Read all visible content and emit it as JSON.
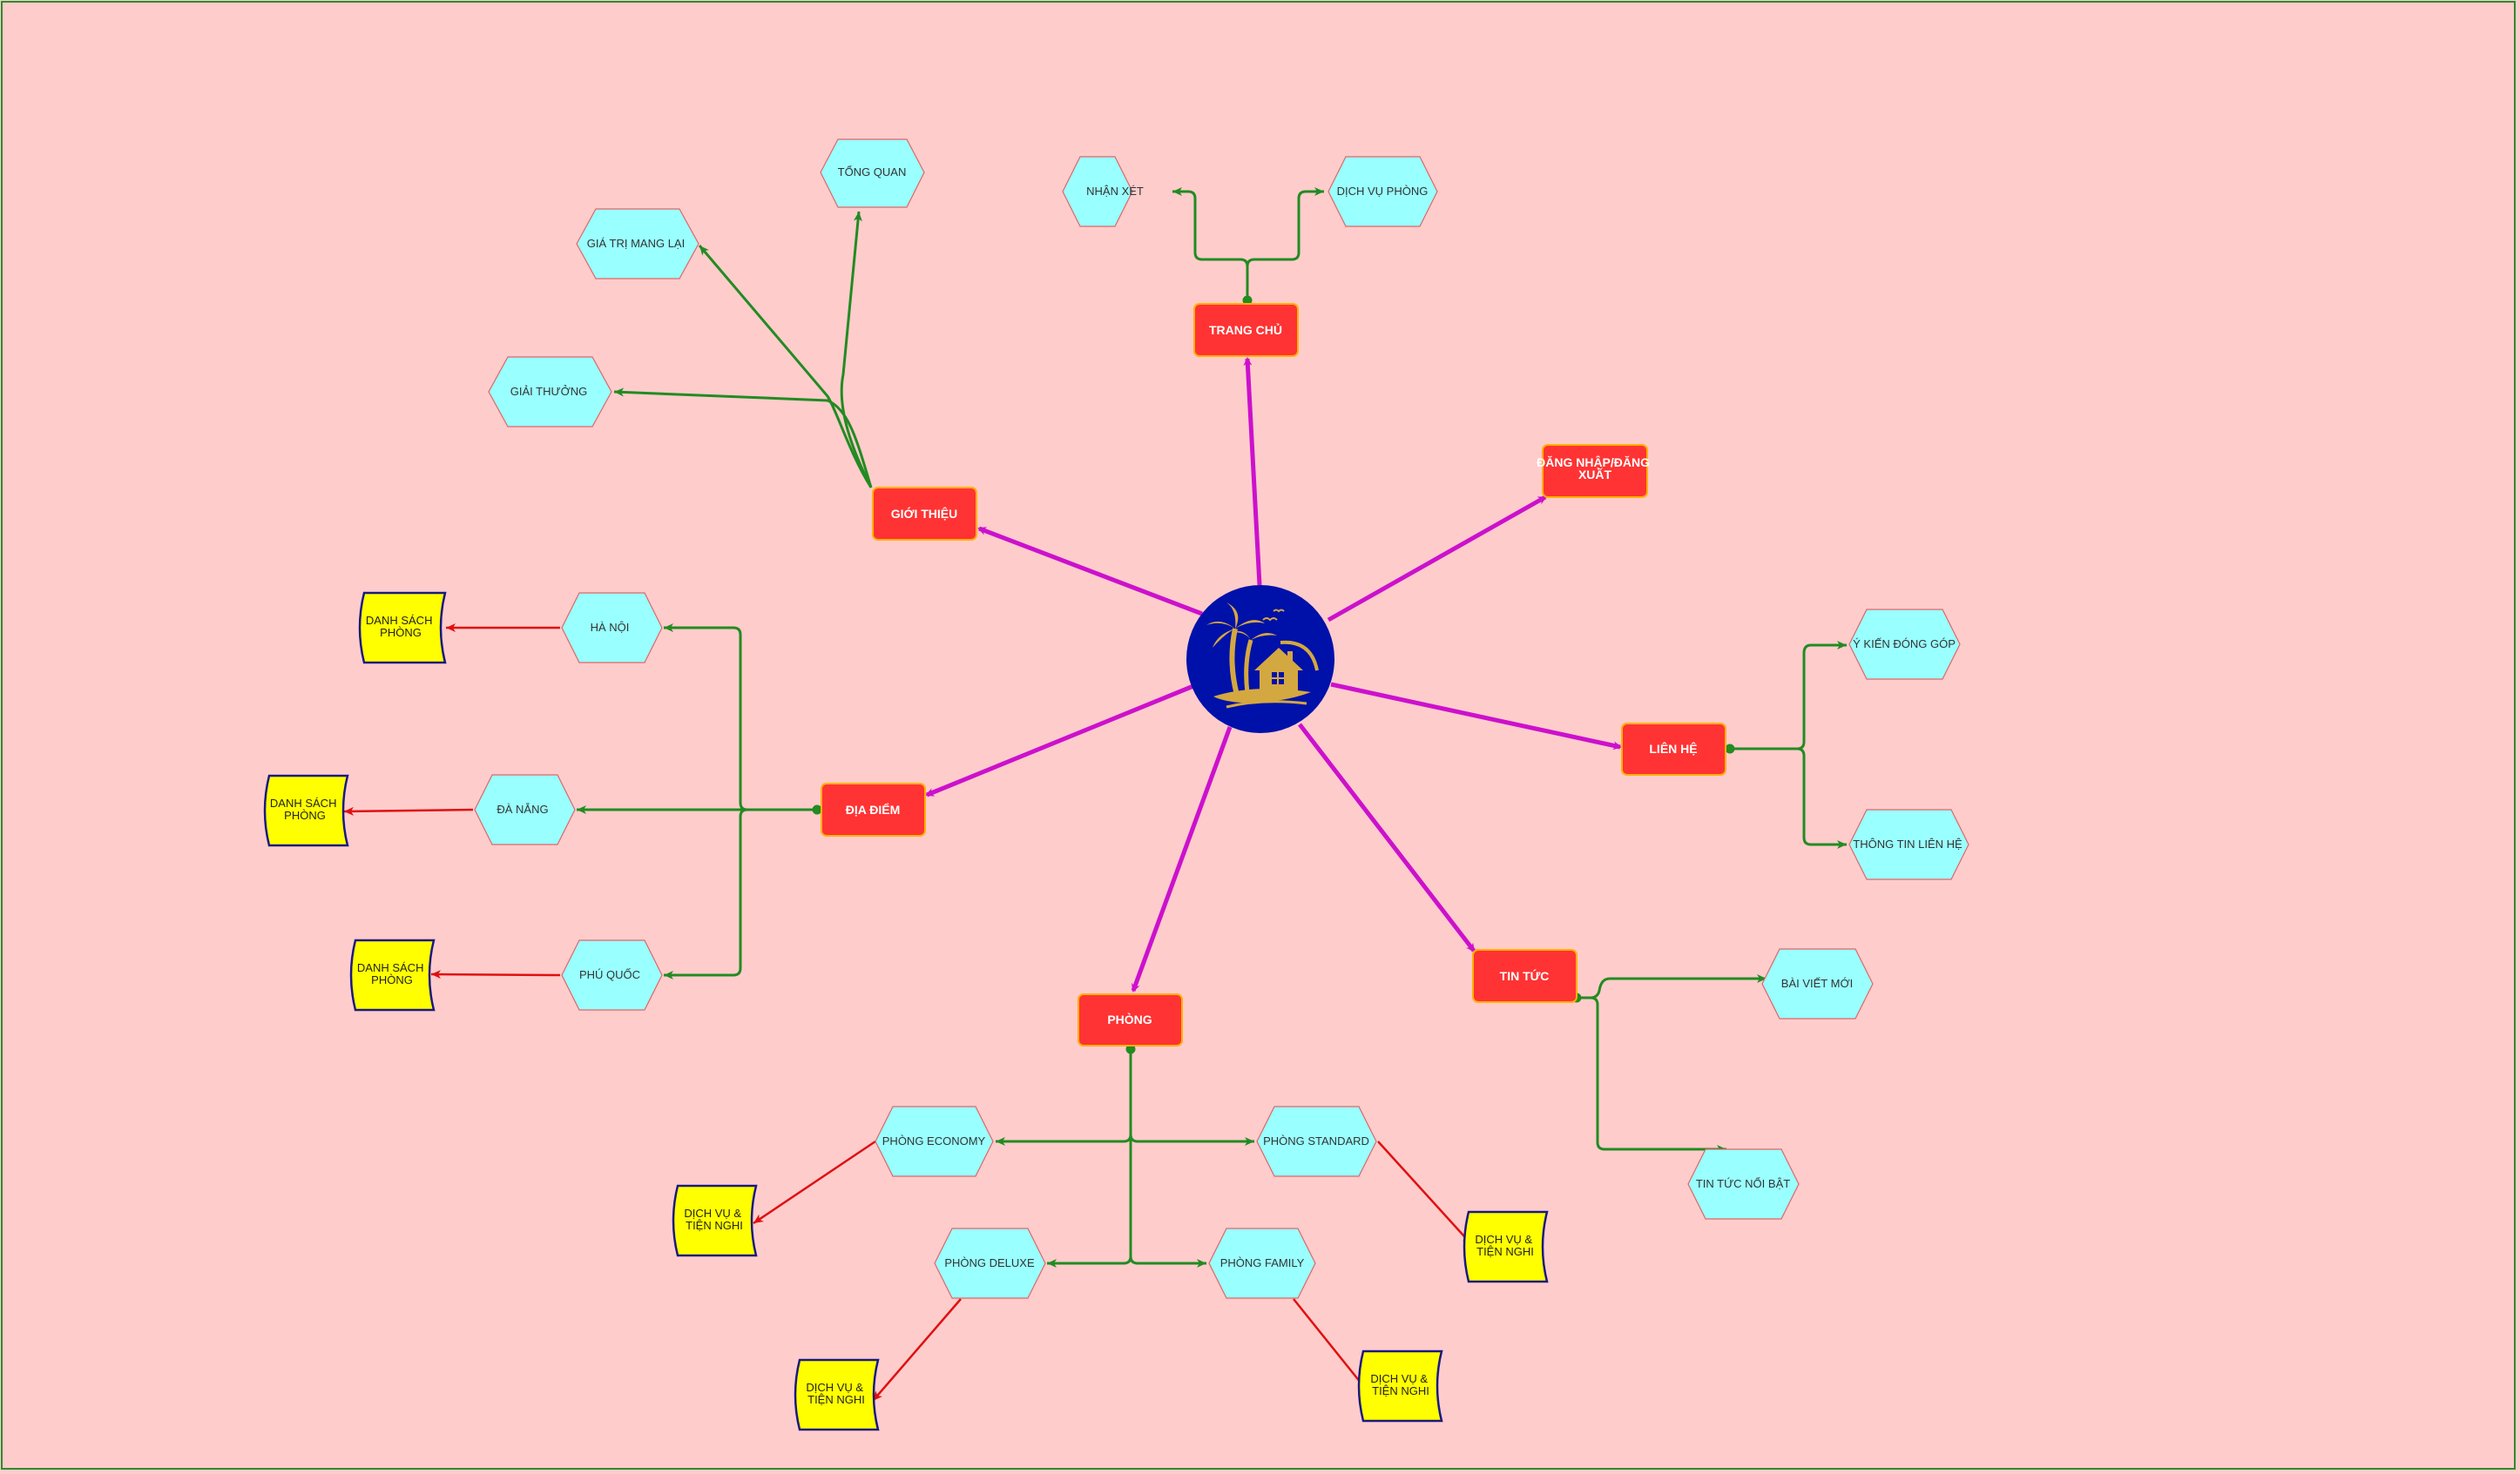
{
  "diagram": {
    "center": {
      "icon": "beach-house-palm-logo-icon"
    },
    "main_nodes": {
      "trang_chu": "TRANG CHỦ",
      "dang_nhap": [
        "ĐĂNG NHẬP/ĐĂNG",
        "XUẤT"
      ],
      "gioi_thieu": "GIỚI THIỆU",
      "lien_he": "LIÊN HỆ",
      "dia_diem": "ĐỊA ĐIỂM",
      "tin_tuc": "TIN TỨC",
      "phong": "PHÒNG"
    },
    "sub_nodes": {
      "nhan_xet": "NHẬN XÉT",
      "dich_vu_phong": "DỊCH VỤ PHÒNG",
      "tong_quan": "TỔNG QUAN",
      "gia_tri": "GIÁ TRỊ MANG LẠI",
      "giai_thuong": "GIẢI THƯỞNG",
      "y_kien": "Ý KIẾN ĐÓNG GÓP",
      "thong_tin": "THÔNG TIN LIÊN HỆ",
      "ha_noi": "HÀ NỘI",
      "da_nang": "ĐÀ NẴNG",
      "phu_quoc": "PHÚ QUỐC",
      "bai_viet": "BÀI VIẾT MỚI",
      "tin_noi_bat": "TIN TỨC NỔI BẬT",
      "economy": "PHÒNG ECONOMY",
      "standard": "PHÒNG STANDARD",
      "deluxe": "PHÒNG DELUXE",
      "family": "PHÒNG FAMILY"
    },
    "leaf_nodes": {
      "danh_sach_phong": [
        "DANH SÁCH",
        "PHÒNG"
      ],
      "dich_vu_tien_nghi": [
        "DỊCH VỤ &",
        "TIỆN NGHI"
      ]
    },
    "colors": {
      "background": "#ffcccc",
      "main_node_fill": "#ff3333",
      "main_node_border": "#ffb000",
      "sub_node_fill": "#99ffff",
      "leaf_fill": "#ffff00",
      "leaf_border": "#1a1a80",
      "center_fill": "#0011aa",
      "logo_gold": "#d4a840",
      "magenta_arrow": "#cc11cc",
      "green_connector": "#228b22",
      "red_arrow": "#e01010"
    }
  }
}
